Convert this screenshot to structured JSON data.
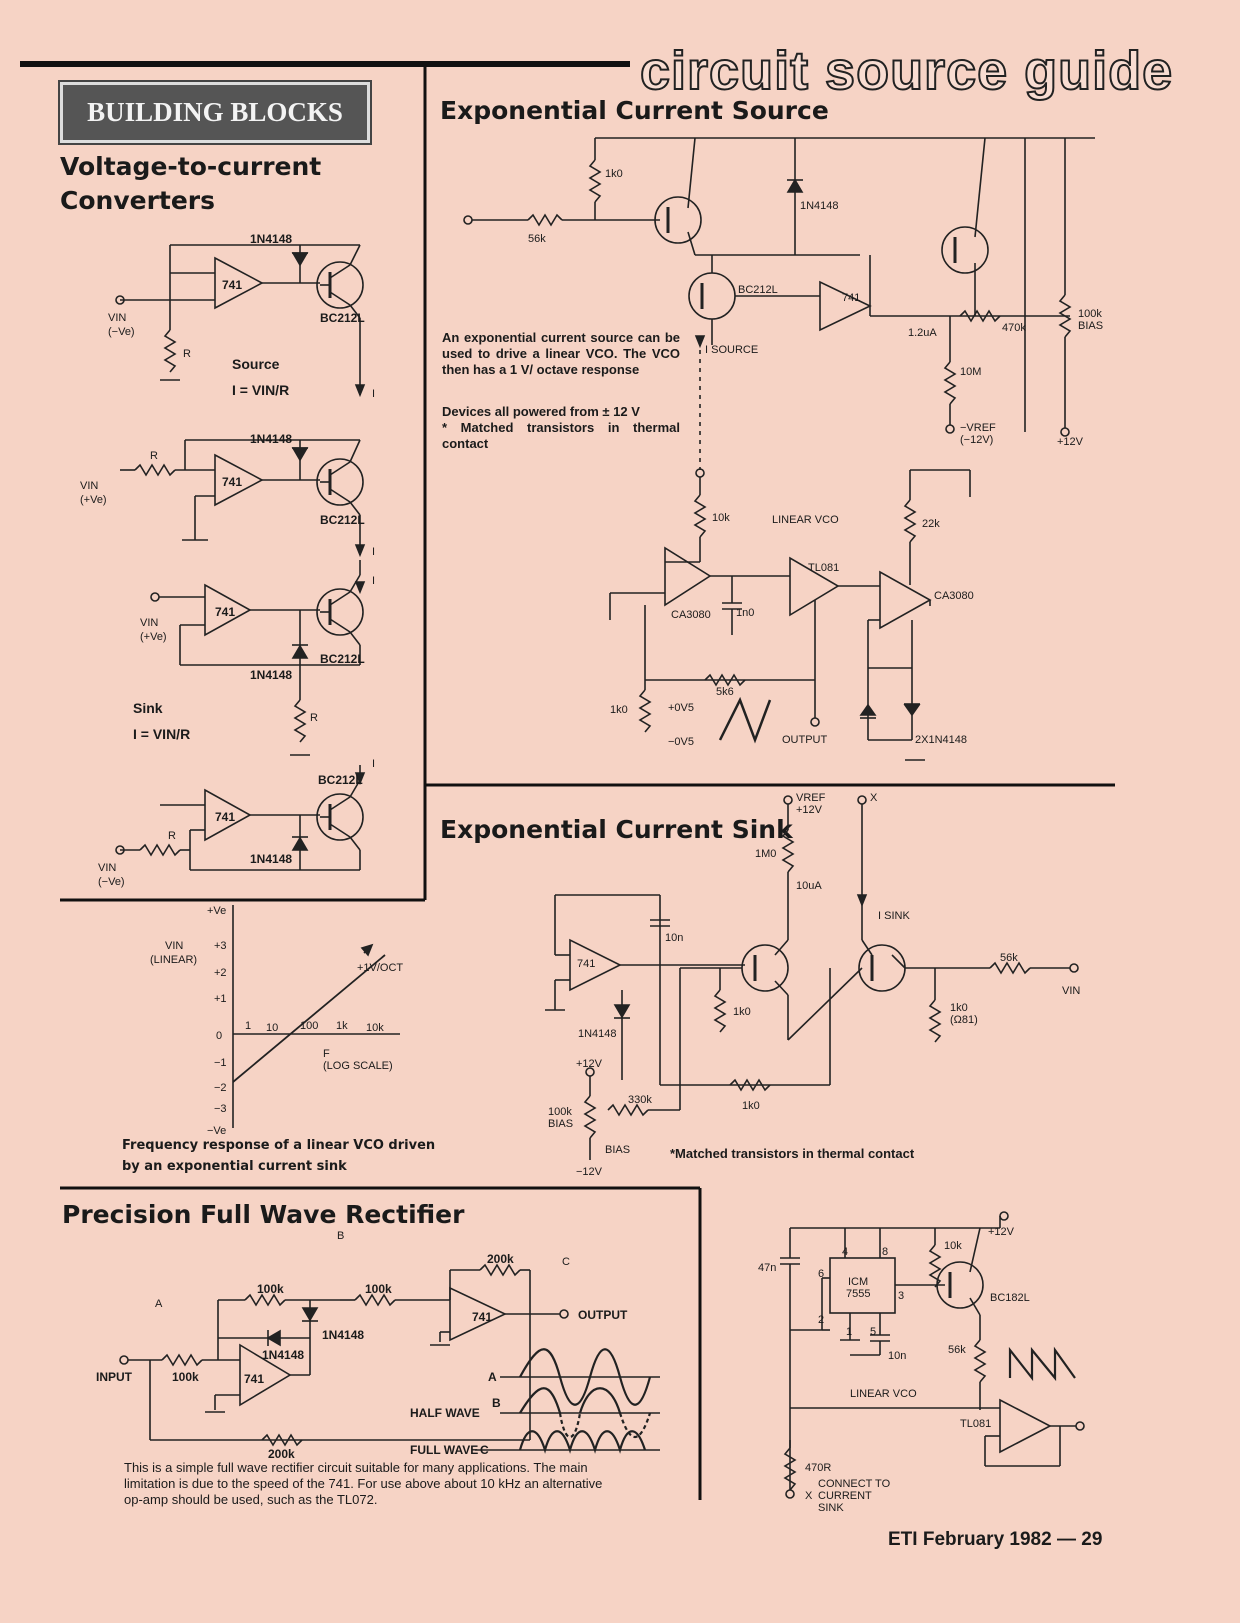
{
  "header": {
    "title": "circuit source guide",
    "section_badge": "BUILDING BLOCKS"
  },
  "v2i": {
    "title_line1": "Voltage-to-current",
    "title_line2": "Converters",
    "source_label": "Source",
    "sink_label": "Sink",
    "formula_source": "I = VIN/R",
    "formula_sink": "I = VIN/R",
    "diode": "1N4148",
    "opamp": "741",
    "transistor": "BC212L",
    "vin": "VIN",
    "neg_ve": "(−Ve)",
    "pos_ve": "(+Ve)",
    "r": "R",
    "i": "I"
  },
  "exp_source": {
    "title": "Exponential Current Source",
    "description": "An exponential current source can be used to drive a linear VCO. The VCO then has a 1 V/ octave response",
    "note1": "Devices all powered from ± 12 V",
    "note2": "* Matched transistors in thermal contact",
    "labels": {
      "r1k": "1k0",
      "r56k": "56k",
      "d": "1N4148",
      "q": "BC212L",
      "op": "741",
      "i_source": "I SOURCE",
      "i12": "1.2uA",
      "r470k": "470k",
      "r100k": "100k",
      "bias": "BIAS",
      "r10m": "10M",
      "vref": "−VREF",
      "vref_val": "(−12V)",
      "p12": "+12V",
      "r10k": "10k",
      "linear_vco": "LINEAR VCO",
      "r22k": "22k",
      "ca3080": "CA3080",
      "tl081": "TL081",
      "c1n0": "1n0",
      "r5k6": "5k6",
      "r1k0": "1k0",
      "p0v5": "+0V5",
      "m0v5": "−0V5",
      "output": "OUTPUT",
      "d2": "2X1N4148"
    }
  },
  "exp_sink": {
    "title": "Exponential Current Sink",
    "labels": {
      "vref": "VREF",
      "vref_val": "+12V",
      "x": "X",
      "r1m": "1M0",
      "i10": "10uA",
      "i_sink": "I SINK",
      "c10n": "10n",
      "op": "741",
      "r1k0": "1k0",
      "r56k": "56k",
      "vin": "VIN",
      "r1k0b": "1k0",
      "r081": "(Ω81)",
      "d": "1N4148",
      "p12": "+12V",
      "r100k": "100k",
      "bias": "BIAS",
      "r330k": "330k",
      "r1k0c": "1k0",
      "bias2": "BIAS",
      "m12": "−12V"
    },
    "note": "*Matched transistors in thermal contact"
  },
  "graph": {
    "yaxis_top": "+Ve",
    "yaxis_bottom": "−Ve",
    "yname1": "VIN",
    "yname2": "(LINEAR)",
    "y_ticks": [
      "+3",
      "+2",
      "+1",
      "0",
      "−1",
      "−2",
      "−3"
    ],
    "x_ticks": [
      "1",
      "10",
      "100",
      "1k",
      "10k"
    ],
    "xname1": "F",
    "xname2": "(LOG SCALE)",
    "annotation": "+1V/OCT",
    "caption1": "Frequency response of a linear VCO driven",
    "caption2": "by an exponential current sink"
  },
  "rectifier": {
    "title": "Precision Full Wave Rectifier",
    "labels": {
      "a": "A",
      "b": "B",
      "c": "C",
      "r100k": "100k",
      "r100k2": "100k",
      "r100k3": "100k",
      "r200k": "200k",
      "r200k2": "200k",
      "d": "1N4148",
      "d2": "1N4148",
      "op": "741",
      "op2": "741",
      "input": "INPUT",
      "output": "OUTPUT",
      "half": "HALF WAVE",
      "full": "FULL WAVE",
      "wa": "A",
      "wb": "B",
      "wc": "C"
    },
    "description": "This is a simple full wave rectifier circuit suitable for many applications. The main limitation is due to the speed of the 741. For use above about 10 kHz an alternative op-amp should be used, such as the TL072."
  },
  "vco": {
    "labels": {
      "p12": "+12V",
      "c47n": "47n",
      "ic1": "ICM",
      "ic2": "7555",
      "r10k": "10k",
      "q": "BC182L",
      "r56k": "56k",
      "c10n": "10n",
      "linear_vco": "LINEAR VCO",
      "tl081": "TL081",
      "r470": "470R",
      "x": "X",
      "connect1": "CONNECT TO",
      "connect2": "CURRENT",
      "connect3": "SINK",
      "p4": "4",
      "p8": "8",
      "p6": "6",
      "p3": "3",
      "p2": "2",
      "p1": "1",
      "p5": "5"
    }
  },
  "footer": {
    "text": "ETI February 1982 — 29"
  }
}
